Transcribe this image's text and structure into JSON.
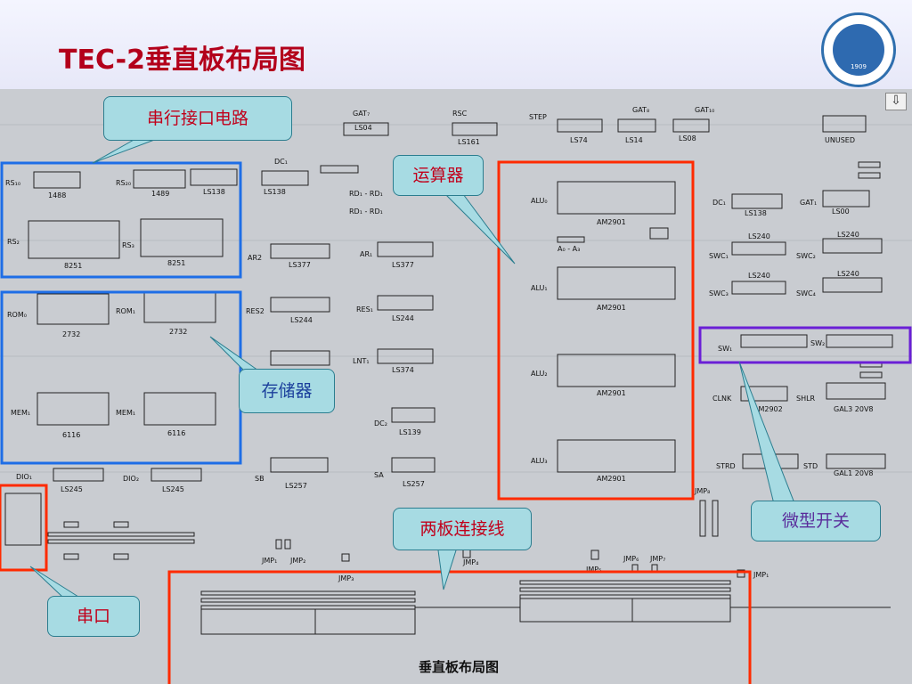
{
  "slide": {
    "title": "TEC-2垂直板布局图",
    "caption": "垂直板布局图",
    "logo_year": "1909"
  },
  "callouts": {
    "serial_interface": "串行接口电路",
    "alu": "运算器",
    "memory": "存储器",
    "micro_switch": "微型开关",
    "board_connector": "两板连接线",
    "serial_port": "串口"
  },
  "nav": {
    "down_arrow": "⇩"
  },
  "colors": {
    "title": "#b3001b",
    "blue_frame": "#1e6ee6",
    "red_frame": "#ff2a00",
    "purple_frame": "#6a1fd6",
    "callout_fill": "#a7dbe3"
  },
  "chips": [
    {
      "id": "1488",
      "label": "1488"
    },
    {
      "id": "1489",
      "label": "1489"
    },
    {
      "id": "ls138a",
      "label": "LS138"
    },
    {
      "id": "8251a",
      "label": "8251"
    },
    {
      "id": "8251b",
      "label": "8251"
    },
    {
      "id": "2732a",
      "label": "2732"
    },
    {
      "id": "2732b",
      "label": "2732"
    },
    {
      "id": "6116a",
      "label": "6116"
    },
    {
      "id": "6116b",
      "label": "6116"
    },
    {
      "id": "ls245a",
      "label": "LS245"
    },
    {
      "id": "ls245b",
      "label": "LS245"
    },
    {
      "id": "ls04",
      "label": "LS04"
    },
    {
      "id": "ls161",
      "label": "LS161"
    },
    {
      "id": "ls74",
      "label": "LS74"
    },
    {
      "id": "ls14",
      "label": "LS14"
    },
    {
      "id": "ls08",
      "label": "LS08"
    },
    {
      "id": "unused",
      "label": "UNUSED"
    },
    {
      "id": "ls138b",
      "label": "LS138"
    },
    {
      "id": "ls377a",
      "label": "LS377"
    },
    {
      "id": "ls377b",
      "label": "LS377"
    },
    {
      "id": "ls244a",
      "label": "LS244"
    },
    {
      "id": "ls244b",
      "label": "LS244"
    },
    {
      "id": "ls374",
      "label": "LS374"
    },
    {
      "id": "ls139",
      "label": "LS139"
    },
    {
      "id": "ls257a",
      "label": "LS257"
    },
    {
      "id": "ls257b",
      "label": "LS257"
    },
    {
      "id": "am2901a",
      "label": "AM2901"
    },
    {
      "id": "am2901b",
      "label": "AM2901"
    },
    {
      "id": "am2901c",
      "label": "AM2901"
    },
    {
      "id": "am2901d",
      "label": "AM2901"
    },
    {
      "id": "ls138c",
      "label": "LS138"
    },
    {
      "id": "ls00",
      "label": "LS00"
    },
    {
      "id": "ls240a",
      "label": "LS240"
    },
    {
      "id": "ls240b",
      "label": "LS240"
    },
    {
      "id": "ls240c",
      "label": "LS240"
    },
    {
      "id": "ls240d",
      "label": "LS240"
    },
    {
      "id": "am2902",
      "label": "AM2902"
    },
    {
      "id": "gal3",
      "label": "GAL3  20V8"
    },
    {
      "id": "gal1",
      "label": "GAL1  20V8"
    }
  ],
  "labels": {
    "rs_a": "RS₁₀",
    "rs_b": "RS₂₀",
    "rs2": "RS₂",
    "rs3": "RS₃",
    "rom_a": "ROM₀",
    "rom_b": "ROM₁",
    "mem_a": "MEM₁",
    "mem_b": "MEM₁",
    "dio_a": "DIO₁",
    "dio_b": "DIO₂",
    "gat_a": "GAT₇",
    "gat_b": "GAT₈",
    "gat_c": "GAT₁₀",
    "gat_d": "GAT₁",
    "rsc": "RSC",
    "step": "STEP",
    "dc_a": "DC₁",
    "dc_b": "DC₂",
    "dc_c": "DC₁",
    "rd_a": "RD₁ - RD₁",
    "rd_b": "RD₁ - RD₁",
    "ar2": "AR2",
    "ar1": "AR₁",
    "res2": "RES2",
    "res1": "RES₁",
    "lnt": "LNT₁",
    "sb": "SB",
    "sa": "SA",
    "alu0": "ALU₀",
    "alu1": "ALU₁",
    "alu2": "ALU₂",
    "alu3": "ALU₃",
    "a0a3": "A₀ - A₃",
    "swc_a": "SWC₁",
    "swc_b": "SWC₂",
    "swc_c": "SWC₃",
    "swc_d": "SWC₄",
    "sw_a": "SW₁",
    "sw_b": "SW₂",
    "clnk": "CLNK",
    "shlr": "SHLR",
    "strd": "STRD",
    "std": "STD",
    "jmp_a": "JMP₁",
    "jmp_b": "JMP₂",
    "jmp_c": "JMP₃",
    "jmp_d": "JMP₄",
    "jmp_e": "JMP₅",
    "jmp_f": "JMP₆",
    "jmp_g": "JMP₇",
    "jmp_h": "JMP₈",
    "jmp_i": "JMP₁"
  }
}
